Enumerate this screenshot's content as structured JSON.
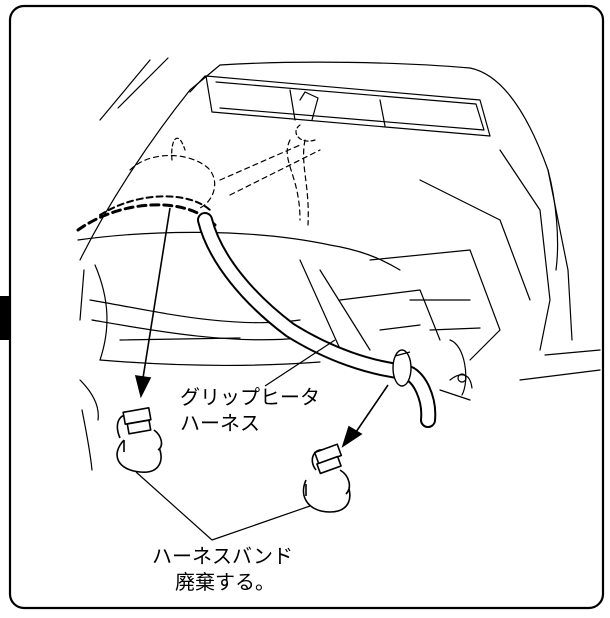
{
  "labels": {
    "grip_heater_harness_line1": "グリップヒータ",
    "grip_heater_harness_line2": "ハーネス",
    "harness_band_line1": "ハーネスバンド",
    "harness_band_line2": "廃棄する。"
  },
  "colors": {
    "line": "#000000",
    "background": "#ffffff"
  }
}
